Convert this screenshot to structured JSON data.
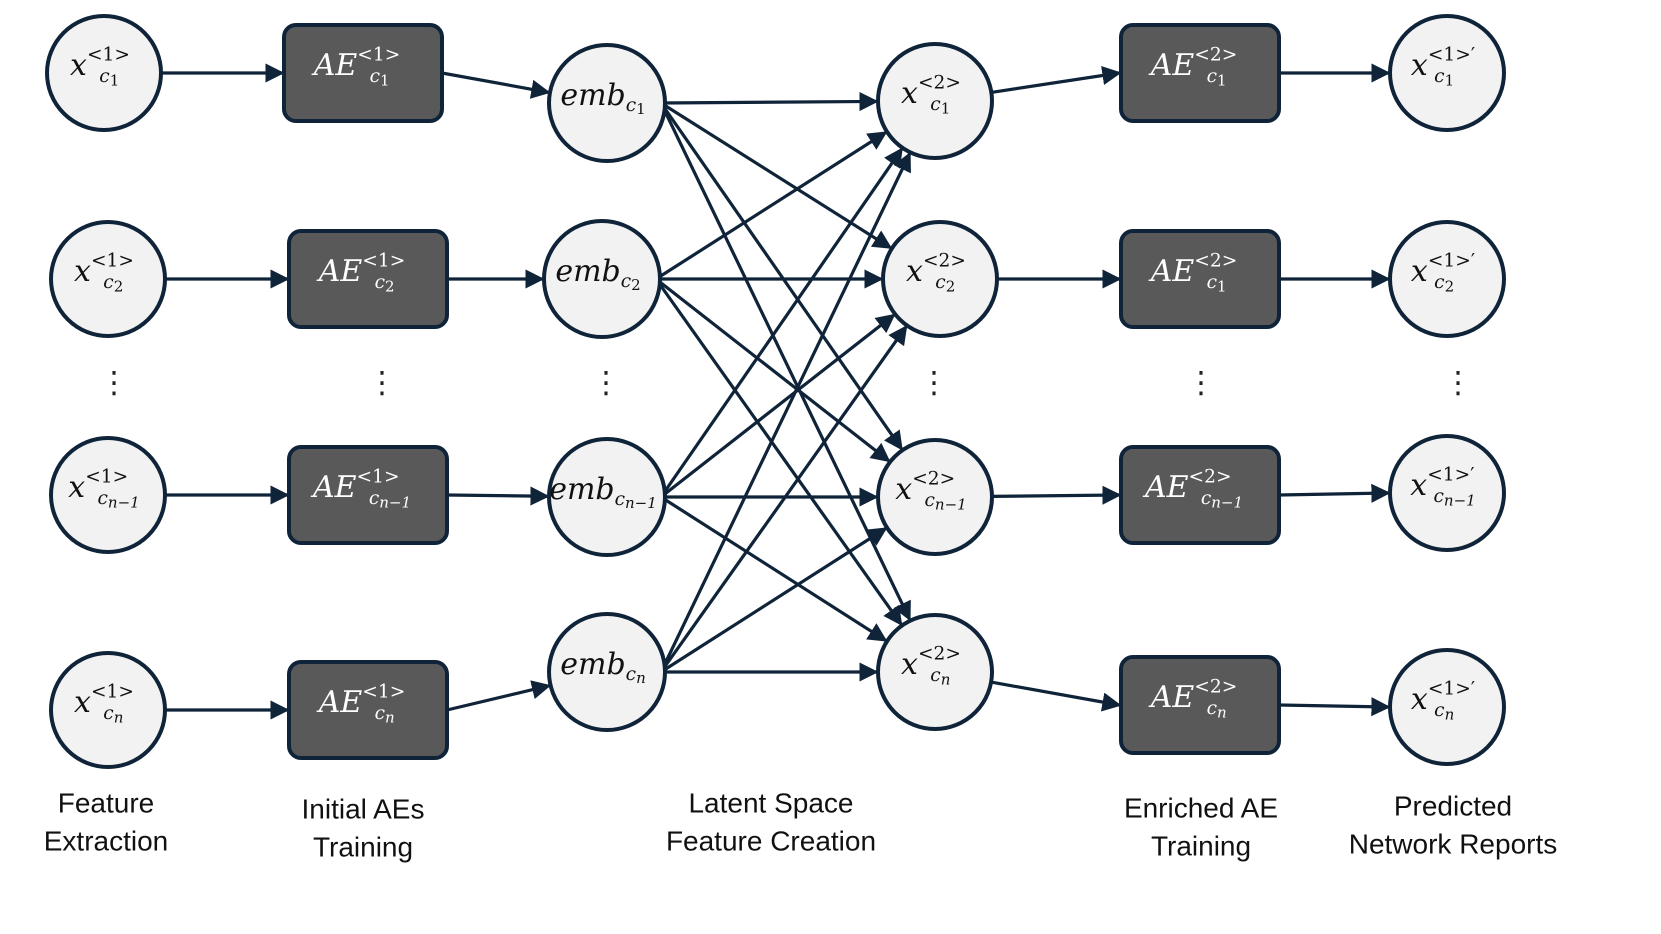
{
  "colors": {
    "edge": "#0f2339",
    "circle_fill": "#f2f2f2",
    "box_fill": "#595959"
  },
  "ellipsis": "⋮",
  "stages": [
    {
      "id": "feature-extraction",
      "lines": [
        "Feature",
        "Extraction"
      ]
    },
    {
      "id": "initial-aes",
      "lines": [
        "Initial AEs",
        "Training"
      ]
    },
    {
      "id": "latent-space",
      "lines": [
        "Latent Space",
        "Feature Creation"
      ]
    },
    {
      "id": "enriched-ae",
      "lines": [
        "Enriched AE",
        "Training"
      ]
    },
    {
      "id": "predicted-reports",
      "lines": [
        "Predicted",
        "Network Reports"
      ]
    }
  ],
  "rows": [
    {
      "input": {
        "base": "x",
        "sup": "<1>",
        "sub": "c",
        "subsub": "1"
      },
      "initial_ae": {
        "base": "AE",
        "sup": "<1>",
        "sub": "c",
        "subsub": "1"
      },
      "embedding": {
        "base": "emb",
        "sup": "",
        "sub": "c",
        "subsub": "1"
      },
      "enriched_input": {
        "base": "x",
        "sup": "<2>",
        "sub": "c",
        "subsub": "1"
      },
      "enriched_ae": {
        "base": "AE",
        "sup": "<2>",
        "sub": "c",
        "subsub": "1"
      },
      "output": {
        "base": "x",
        "sup": "<1>′",
        "sub": "c",
        "subsub": "1"
      }
    },
    {
      "input": {
        "base": "x",
        "sup": "<1>",
        "sub": "c",
        "subsub": "2"
      },
      "initial_ae": {
        "base": "AE",
        "sup": "<1>",
        "sub": "c",
        "subsub": "2"
      },
      "embedding": {
        "base": "emb",
        "sup": "",
        "sub": "c",
        "subsub": "2"
      },
      "enriched_input": {
        "base": "x",
        "sup": "<2>",
        "sub": "c",
        "subsub": "2"
      },
      "enriched_ae": {
        "base": "AE",
        "sup": "<2>",
        "sub": "c",
        "subsub": "1"
      },
      "output": {
        "base": "x",
        "sup": "<1>′",
        "sub": "c",
        "subsub": "2"
      }
    },
    {
      "input": {
        "base": "x",
        "sup": "<1>",
        "sub": "c",
        "subsub": "n−1"
      },
      "initial_ae": {
        "base": "AE",
        "sup": "<1>",
        "sub": "c",
        "subsub": "n−1"
      },
      "embedding": {
        "base": "emb",
        "sup": "",
        "sub": "c",
        "subsub": "n−1"
      },
      "enriched_input": {
        "base": "x",
        "sup": "<2>",
        "sub": "c",
        "subsub": "n−1"
      },
      "enriched_ae": {
        "base": "AE",
        "sup": "<2>",
        "sub": "c",
        "subsub": "n−1"
      },
      "output": {
        "base": "x",
        "sup": "<1>′",
        "sub": "c",
        "subsub": "n−1"
      }
    },
    {
      "input": {
        "base": "x",
        "sup": "<1>",
        "sub": "c",
        "subsub": "n"
      },
      "initial_ae": {
        "base": "AE",
        "sup": "<1>",
        "sub": "c",
        "subsub": "n"
      },
      "embedding": {
        "base": "emb",
        "sup": "",
        "sub": "c",
        "subsub": "n"
      },
      "enriched_input": {
        "base": "x",
        "sup": "<2>",
        "sub": "c",
        "subsub": "n"
      },
      "enriched_ae": {
        "base": "AE",
        "sup": "<2>",
        "sub": "c",
        "subsub": "n"
      },
      "output": {
        "base": "x",
        "sup": "<1>′",
        "sub": "c",
        "subsub": "n"
      }
    }
  ]
}
